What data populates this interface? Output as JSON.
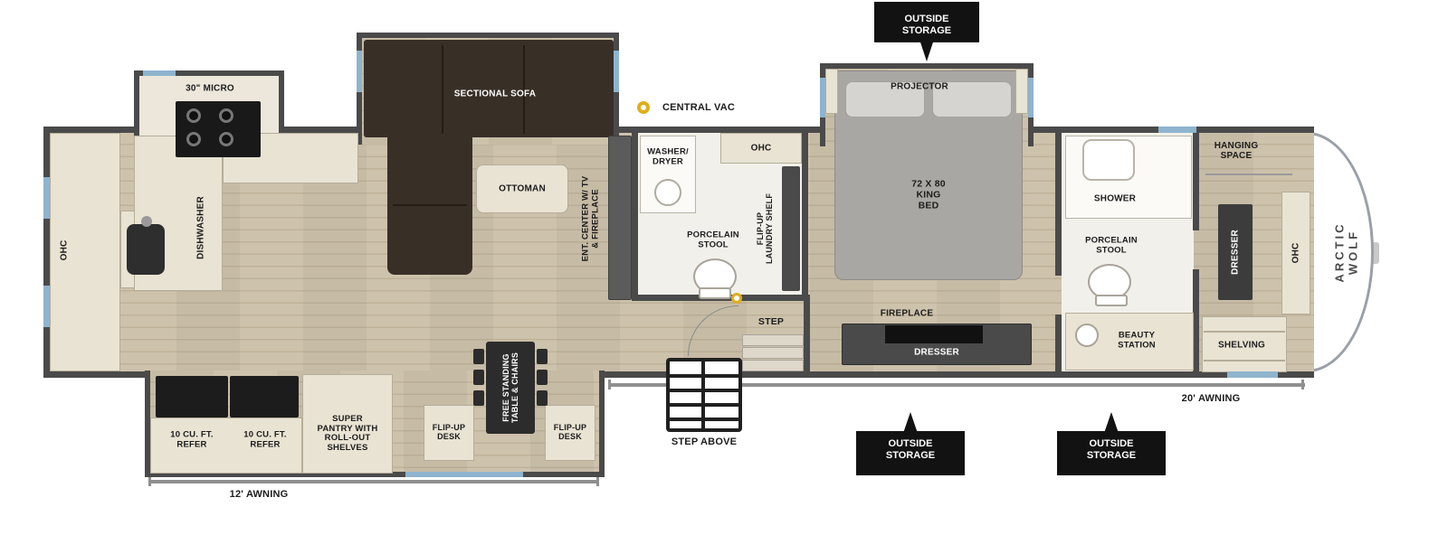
{
  "brand": "ARCTIC WOLF",
  "storage": {
    "top": "OUTSIDE\nSTORAGE",
    "bottom_left": "OUTSIDE\nSTORAGE",
    "bottom_right": "OUTSIDE\nSTORAGE"
  },
  "kitchen": {
    "micro": "30\" MICRO",
    "ohc": "OHC",
    "dishwasher": "DISHWASHER"
  },
  "living": {
    "sofa": "SECTIONAL SOFA",
    "ottoman": "OTTOMAN",
    "ent_center": "ENT. CENTER W/ TV\n& FIREPLACE",
    "central_vac": "CENTRAL VAC"
  },
  "mid_bath": {
    "washer_dryer": "WASHER/\nDRYER",
    "ohc": "OHC",
    "stool": "PORCELAIN\nSTOOL",
    "laundry_shelf": "FLIP-UP\nLAUNDRY SHELF"
  },
  "bedroom": {
    "projector": "PROJECTOR",
    "bed": "72 X 80\nKING\nBED",
    "step": "STEP",
    "fireplace": "FIREPLACE",
    "dresser": "DRESSER"
  },
  "front_bath": {
    "shower": "SHOWER",
    "stool": "PORCELAIN\nSTOOL",
    "beauty": "BEAUTY\nSTATION"
  },
  "closet": {
    "hanging": "HANGING\nSPACE",
    "dresser": "DRESSER",
    "ohc": "OHC",
    "shelving": "SHELVING"
  },
  "dinette": {
    "table": "FREE STANDING\nTABLE & CHAIRS",
    "desk_left": "FLIP-UP\nDESK",
    "desk_right": "FLIP-UP\nDESK",
    "pantry": "SUPER\nPANTRY WITH\nROLL-OUT\nSHELVES",
    "refer_left": "10 CU. FT.\nREFER",
    "refer_right": "10 CU. FT.\nREFER"
  },
  "exterior": {
    "step_above": "STEP ABOVE",
    "awning_12": "12' AWNING",
    "awning_20": "20' AWNING"
  },
  "colors": {
    "wall": "#4a4a4a",
    "floor": "#cdc2ab",
    "cabinet": "#e9e3d3",
    "sofa": "#382f27",
    "bed": "#a9a7a3",
    "storage_black": "#121212",
    "window_blue": "#8fb4cf",
    "vac_yellow": "#dfae1c"
  }
}
